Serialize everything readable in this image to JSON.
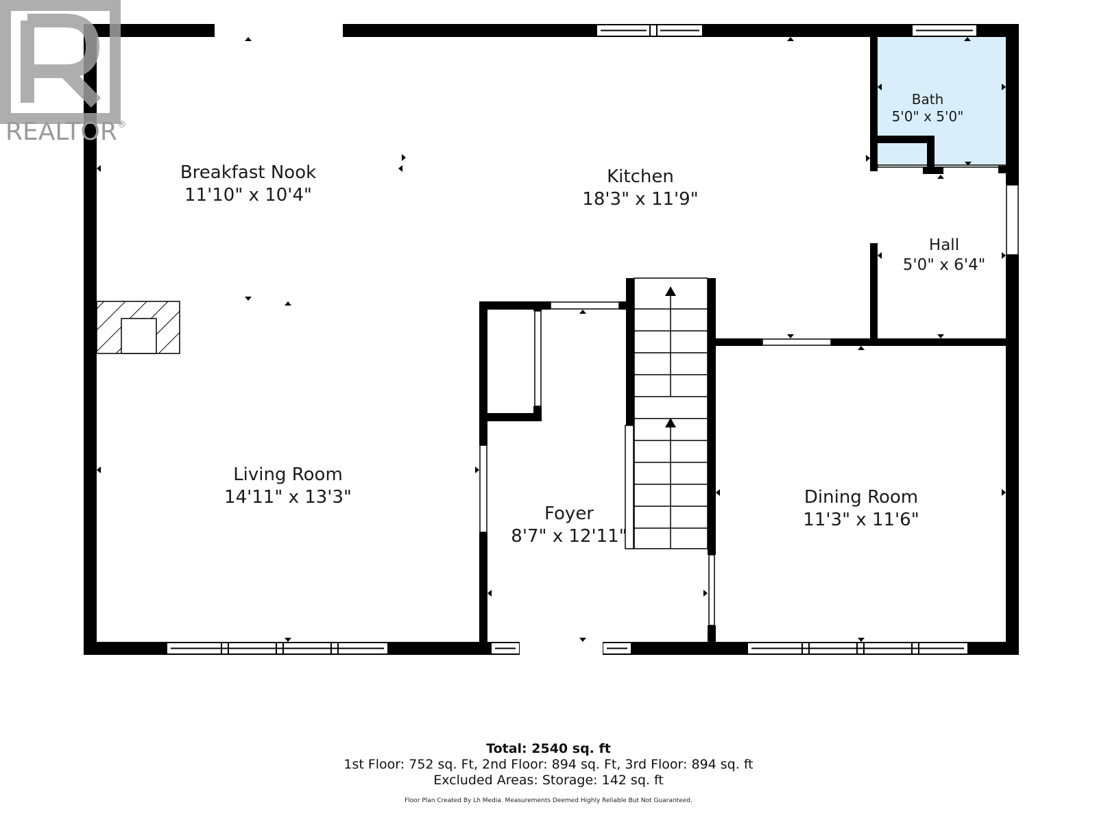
{
  "logo": {
    "text": "REALTOR",
    "mark": "®"
  },
  "rooms": [
    {
      "name": "Breakfast Nook",
      "dims": "11'10\" x 10'4\""
    },
    {
      "name": "Kitchen",
      "dims": "18'3\" x 11'9\""
    },
    {
      "name": "Bath",
      "dims": "5'0\" x 5'0\""
    },
    {
      "name": "Hall",
      "dims": "5'0\" x 6'4\""
    },
    {
      "name": "Living Room",
      "dims": "14'11\" x 13'3\""
    },
    {
      "name": "Foyer",
      "dims": "8'7\" x 12'11\""
    },
    {
      "name": "Dining Room",
      "dims": "11'3\" x 11'6\""
    }
  ],
  "footer": {
    "total": "Total: 2540 sq. ft",
    "floors": "1st Floor: 752 sq. Ft, 2nd Floor: 894 sq. Ft, 3rd Floor: 894 sq. ft",
    "excluded": "Excluded Areas: Storage: 142 sq. ft",
    "disclaimer": "Floor Plan Created By Lh Media. Measurements Deemed Highly Reliable But Not Guaranteed."
  },
  "colors": {
    "wall": "#000000",
    "bath_fill": "#d9eefb",
    "logo": "#9a9a9a"
  }
}
